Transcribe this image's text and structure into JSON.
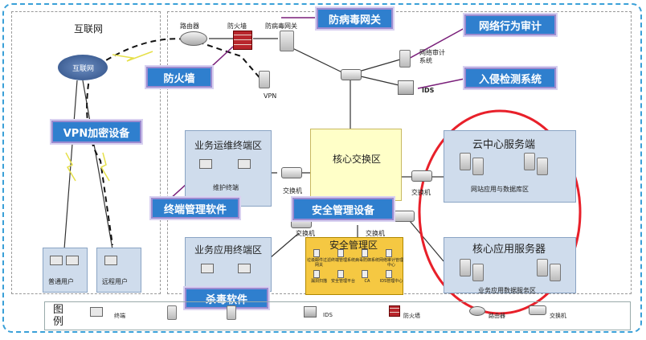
{
  "zones": {
    "internet": "互联网",
    "ops_terminal": "业务运维终端区",
    "core_switch": "核心交换区",
    "cloud_service": "云中心服务端",
    "app_terminal": "业务应用终端区",
    "security_mgmt": "安全管理区",
    "core_app": "核心应用服务器"
  },
  "callouts": {
    "antivirus_gateway": "防病毒网关",
    "network_audit": "网络行为审计",
    "firewall": "防火墙",
    "vpn_encrypt": "VPN加密设备",
    "intrusion_detection": "入侵检测系统",
    "terminal_mgmt": "终端管理软件",
    "security_device": "安全管理设备",
    "antivirus_software": "杀毒软件"
  },
  "labels": {
    "router": "路由器",
    "firewall": "防火墙",
    "antivirus_gw": "防病毒网关",
    "vpn": "VPN",
    "cloud": "互联网",
    "net_audit": "网络审计系统",
    "ids": "IDS",
    "maint_terminal": "维护终端",
    "switch": "交换机",
    "website_db": "网站应用与数据库区",
    "app_db": "业务应用数据服务区",
    "ordinary_user": "普通用户",
    "remote_user": "远程用户",
    "sec_items": [
      "垃圾邮件过滤网关",
      "终端管理系统",
      "病毒防御系统",
      "网络审计管理中心",
      "漏洞扫描",
      "安全管理平台",
      "CA",
      "IDS管理中心"
    ]
  },
  "legend": {
    "title": "图例",
    "items": [
      "终端",
      "",
      "",
      "IDS",
      "防火墙",
      "路由器",
      "交换机"
    ]
  },
  "colors": {
    "callout_bg": "#2f7fce",
    "zone_bg": "#cfdcec",
    "core_bg": "#ffffc8",
    "security_bg": "#f5c842",
    "highlight_circle": "#e8202a",
    "border_dash": "#3aa0d8"
  }
}
